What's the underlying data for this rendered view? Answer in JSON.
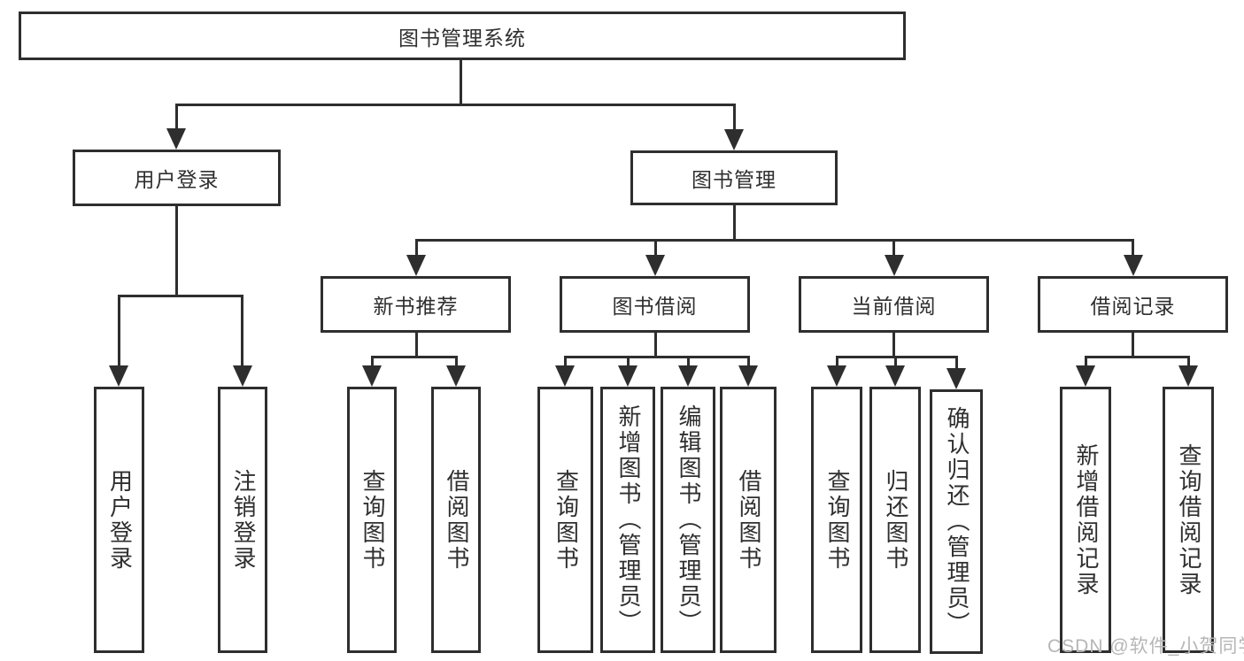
{
  "diagram": {
    "root": {
      "label": "图书管理系统"
    },
    "level2": [
      {
        "label": "用户登录"
      },
      {
        "label": "图书管理"
      }
    ],
    "level3": [
      {
        "label": "新书推荐"
      },
      {
        "label": "图书借阅"
      },
      {
        "label": "当前借阅"
      },
      {
        "label": "借阅记录"
      }
    ],
    "leaves": {
      "userLogin": [
        {
          "label": "用户登录"
        },
        {
          "label": "注销登录"
        }
      ],
      "newBookRecommend": [
        {
          "label": "查询图书"
        },
        {
          "label": "借阅图书"
        }
      ],
      "bookBorrow": [
        {
          "label": "查询图书"
        },
        {
          "label": "新增图书（管理员）"
        },
        {
          "label": "编辑图书（管理员）"
        },
        {
          "label": "借阅图书"
        }
      ],
      "currentBorrow": [
        {
          "label": "查询图书"
        },
        {
          "label": "归还图书"
        },
        {
          "label": "确认归还（管理员）"
        }
      ],
      "borrowRecords": [
        {
          "label": "新增借阅记录"
        },
        {
          "label": "查询借阅记录"
        }
      ]
    }
  },
  "watermark": {
    "text": "CSDN @软件_小贺同学"
  },
  "colors": {
    "line": "#2e2e2e",
    "text": "#2f2f2f",
    "watermark": "#b6b6b6",
    "background": "#ffffff"
  }
}
